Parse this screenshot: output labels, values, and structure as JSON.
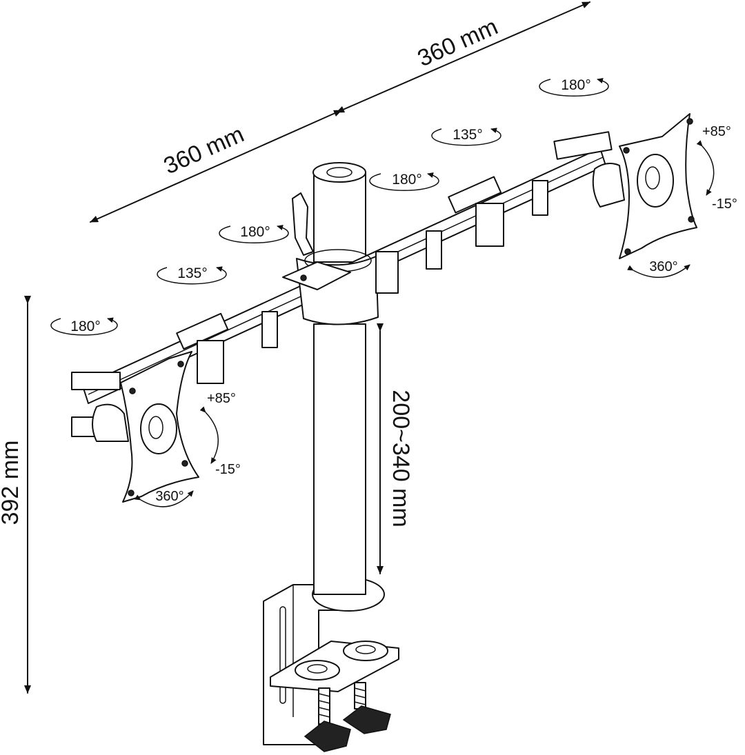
{
  "colors": {
    "line": "#111111",
    "background": "#ffffff"
  },
  "dimensions": {
    "arm_left": "360 mm",
    "arm_right": "360 mm",
    "total_height": "392 mm",
    "pole_adjust": "200~340 mm"
  },
  "rotations": {
    "left_end": "180°",
    "left_mid": "135°",
    "left_inner": "180°",
    "right_inner": "180°",
    "right_mid": "135°",
    "right_end": "180°"
  },
  "left_plate": {
    "tilt_up": "+85°",
    "tilt_down": "-15°",
    "swivel": "360°"
  },
  "right_plate": {
    "tilt_up": "+85°",
    "tilt_down": "-15°",
    "swivel": "360°"
  }
}
